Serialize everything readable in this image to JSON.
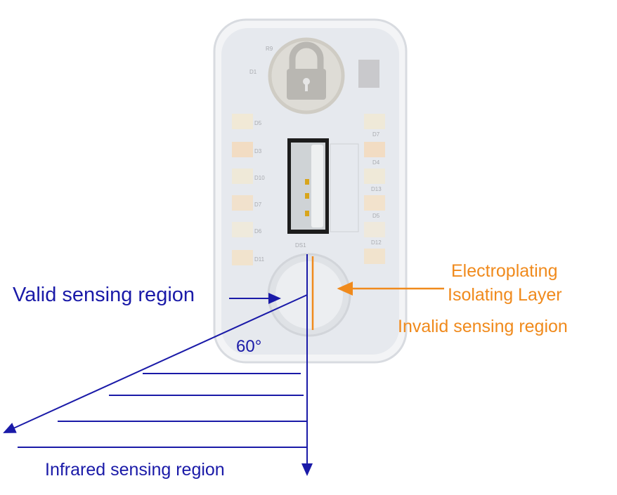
{
  "labels": {
    "valid": "Valid sensing region",
    "isolating_line1": "Electroplating",
    "isolating_line2": "Isolating Layer",
    "invalid": "Invalid sensing region",
    "angle": "60°",
    "infrared": "Infrared sensing region"
  },
  "pcb_labels": {
    "left_leds": [
      "D5",
      "D3",
      "D10",
      "D7",
      "D6",
      "D11"
    ],
    "right_leds": [
      "D7",
      "D4",
      "D13",
      "D5",
      "D12"
    ],
    "resistor": "R9",
    "diode": "D1",
    "sensor": "DS1"
  },
  "colors": {
    "blue": "#1a1aa8",
    "orange": "#f08a1c",
    "device": "#e6e9ee"
  }
}
